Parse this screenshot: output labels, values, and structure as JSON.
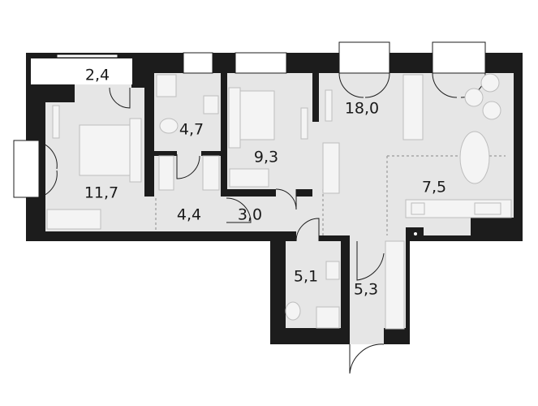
{
  "plan": {
    "rooms": [
      {
        "id": "balcony",
        "area": "2,4"
      },
      {
        "id": "bedroom-large",
        "area": "11,7"
      },
      {
        "id": "bathroom-upper",
        "area": "4,7"
      },
      {
        "id": "bedroom-small",
        "area": "9,3"
      },
      {
        "id": "living-room",
        "area": "18,0"
      },
      {
        "id": "kitchen",
        "area": "7,5"
      },
      {
        "id": "hall-left",
        "area": "4,4"
      },
      {
        "id": "hall-center",
        "area": "3,0"
      },
      {
        "id": "bathroom-lower",
        "area": "5,1"
      },
      {
        "id": "entrance-corridor",
        "area": "5,3"
      }
    ],
    "colors": {
      "wall": "#1c1c1c",
      "floor": "#e6e6e6",
      "background": "#ffffff"
    }
  }
}
